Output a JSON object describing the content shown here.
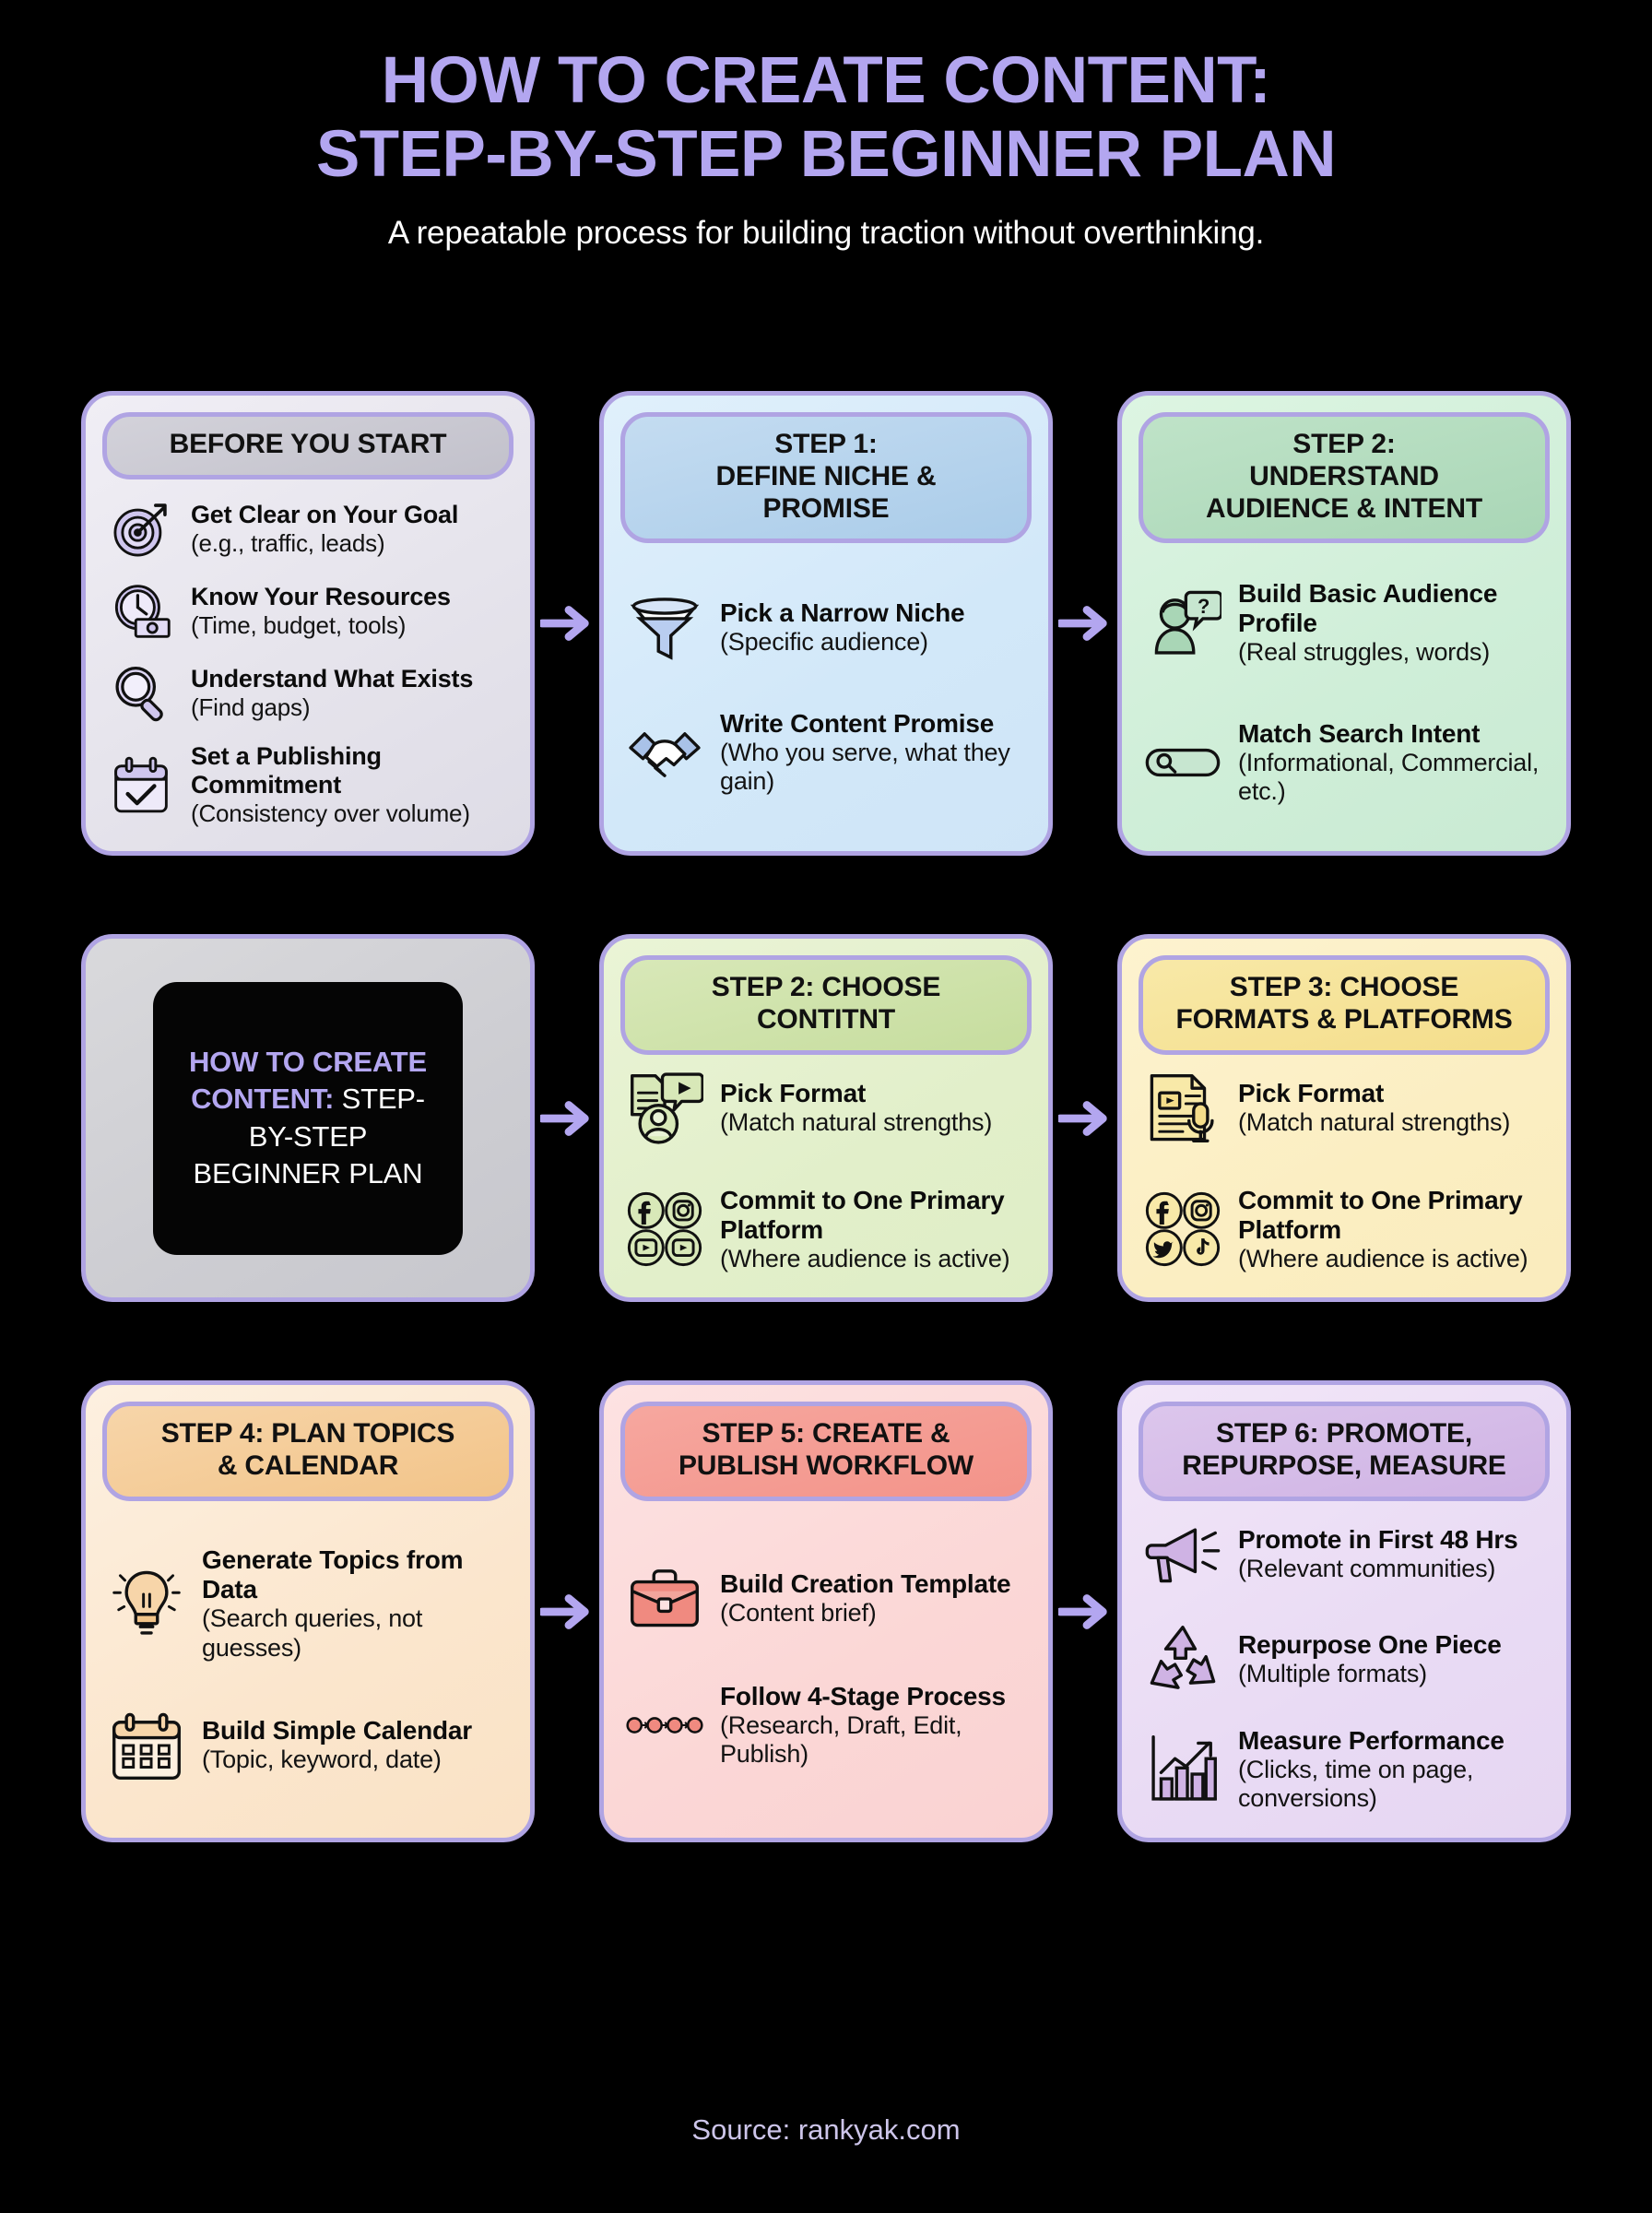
{
  "header": {
    "title_line1": "HOW TO CREATE CONTENT:",
    "title_line2": "STEP-BY-STEP BEGINNER PLAN",
    "subtitle": "A repeatable process for building traction without overthinking."
  },
  "colors": {
    "background": "#000000",
    "accent_purple": "#b3a6f0",
    "card_border": "#b0a4e3",
    "text_dark": "#0c0c0c",
    "footer_text": "#cdc5ea"
  },
  "cards": [
    {
      "id": "before-you-start",
      "heading": "BEFORE YOU START",
      "items": [
        {
          "icon": "target-icon",
          "label": "Get Clear on Your Goal",
          "sub": "(e.g., traffic, leads)"
        },
        {
          "icon": "clock-money-icon",
          "label": "Know Your Resources",
          "sub": "(Time, budget, tools)"
        },
        {
          "icon": "magnifier-icon",
          "label": "Understand What Exists",
          "sub": "(Find gaps)"
        },
        {
          "icon": "calendar-check-icon",
          "label": "Set a Publishing Commitment",
          "sub": "(Consistency over volume)"
        }
      ]
    },
    {
      "id": "step-1-define-niche-promise",
      "heading": "STEP 1:\nDEFINE NICHE &\nPROMISE",
      "items": [
        {
          "icon": "funnel-icon",
          "label": "Pick a Narrow Niche",
          "sub": "(Specific audience)"
        },
        {
          "icon": "handshake-icon",
          "label": "Write Content Promise",
          "sub": "(Who you serve, what they gain)"
        }
      ]
    },
    {
      "id": "step-2-understand-audience-intent",
      "heading": "STEP 2:\nUNDERSTAND\nAUDIENCE & INTENT",
      "items": [
        {
          "icon": "person-question-icon",
          "label": "Build Basic Audience Profile",
          "sub": "(Real struggles, words)"
        },
        {
          "icon": "search-bar-icon",
          "label": "Match Search Intent",
          "sub": "(Informational, Commercial, etc.)"
        }
      ]
    },
    {
      "id": "title-card",
      "heading": "",
      "nested_title_highlight": "HOW TO CREATE CONTENT:",
      "nested_title_rest": " STEP-BY-STEP BEGINNER PLAN"
    },
    {
      "id": "step-2-choose-contitnt",
      "heading": "STEP 2: CHOOSE\nCONTITNT",
      "items": [
        {
          "icon": "document-video-person-icon",
          "label": "Pick Format",
          "sub": "(Match natural strengths)"
        },
        {
          "icon": "social-facebook-instagram-youtube-youtube-icon",
          "label": "Commit to One Primary Platform",
          "sub": "(Where audience is active)"
        }
      ]
    },
    {
      "id": "step-3-choose-formats-platforms",
      "heading": "STEP 3: CHOOSE\nFORMATS & PLATFORMS",
      "items": [
        {
          "icon": "document-video-mic-icon",
          "label": "Pick Format",
          "sub": "(Match natural strengths)"
        },
        {
          "icon": "social-facebook-instagram-twitter-tiktok-icon",
          "label": "Commit to One Primary Platform",
          "sub": "(Where audience is active)"
        }
      ]
    },
    {
      "id": "step-4-plan-topics-calendar",
      "heading": "STEP 4: PLAN TOPICS\n& CALENDAR",
      "items": [
        {
          "icon": "lightbulb-icon",
          "label": "Generate Topics from Data",
          "sub": "(Search queries, not guesses)"
        },
        {
          "icon": "calendar-icon",
          "label": "Build Simple Calendar",
          "sub": "(Topic, keyword, date)"
        }
      ]
    },
    {
      "id": "step-5-create-publish-workflow",
      "heading": "STEP 5: CREATE &\nPUBLISH WORKFLOW",
      "items": [
        {
          "icon": "briefcase-icon",
          "label": "Build Creation Template",
          "sub": "(Content brief)"
        },
        {
          "icon": "four-stage-dots-icon",
          "label": "Follow 4-Stage Process",
          "sub": "(Research, Draft, Edit, Publish)"
        }
      ]
    },
    {
      "id": "step-6-promote-repurpose-measure",
      "heading": "STEP 6: PROMOTE,\nREPURPOSE, MEASURE",
      "items": [
        {
          "icon": "megaphone-icon",
          "label": "Promote in First 48 Hrs",
          "sub": "(Relevant communities)"
        },
        {
          "icon": "recycle-icon",
          "label": "Repurpose One Piece",
          "sub": "(Multiple formats)"
        },
        {
          "icon": "bar-chart-up-icon",
          "label": "Measure Performance",
          "sub": "(Clicks, time on page, conversions)"
        }
      ]
    }
  ],
  "arrows": [
    {
      "name": "arrow-before-to-step1",
      "direction": "right"
    },
    {
      "name": "arrow-step1-to-step2",
      "direction": "right"
    },
    {
      "name": "arrow-title-to-choose-content",
      "direction": "right"
    },
    {
      "name": "arrow-choose-content-to-formats",
      "direction": "right"
    },
    {
      "name": "arrow-step4-to-step5",
      "direction": "right"
    },
    {
      "name": "arrow-step5-to-step6",
      "direction": "right"
    }
  ],
  "footer": {
    "source": "Source: rankyak.com"
  }
}
